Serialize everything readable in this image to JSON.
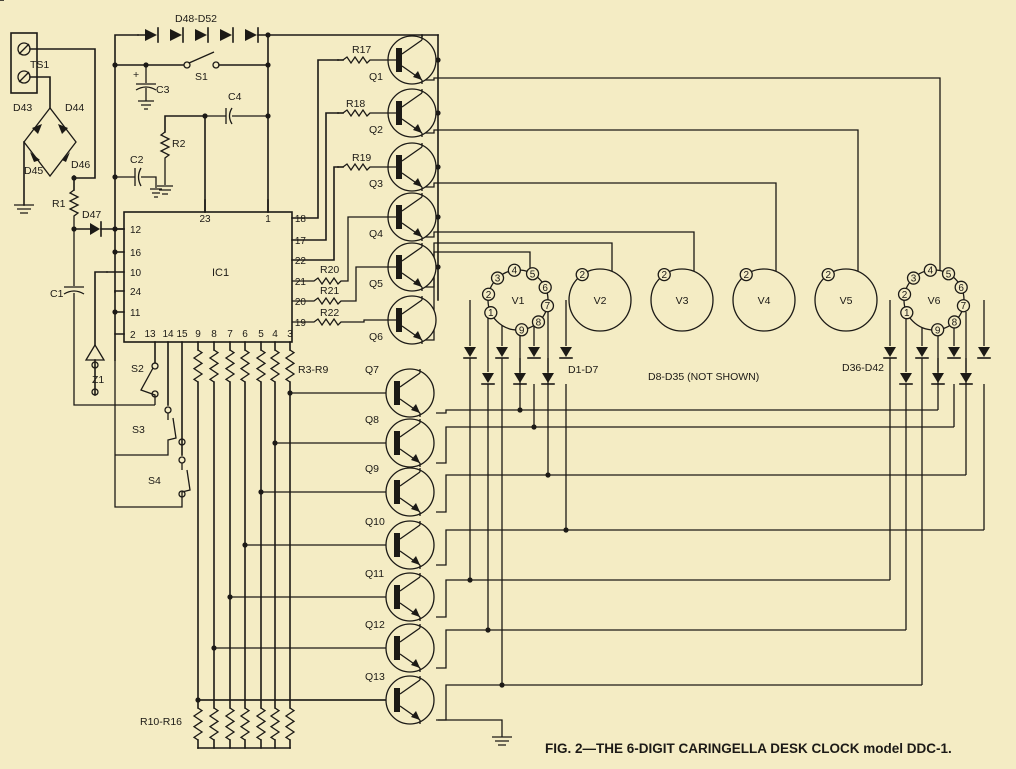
{
  "caption": "FIG. 2—THE 6-DIGIT CARINGELLA DESK CLOCK model DDC-1.",
  "labels": {
    "ts1": "TS1",
    "d43": "D43",
    "d44": "D44",
    "d45": "D45",
    "d46": "D46",
    "d47": "D47",
    "d48_d52": "D48-D52",
    "s1": "S1",
    "c3": "C3",
    "c4": "C4",
    "r2": "R2",
    "c2": "C2",
    "r1": "R1",
    "c1": "C1",
    "z1": "Z1",
    "s2": "S2",
    "s3": "S3",
    "s4": "S4",
    "ic1": "IC1",
    "r3_r9": "R3-R9",
    "r10_r16": "R10-R16",
    "r17": "R17",
    "r18": "R18",
    "r19": "R19",
    "r20": "R20",
    "r21": "R21",
    "r22": "R22",
    "d1_d7": "D1-D7",
    "d8_d35": "D8-D35 (NOT SHOWN)",
    "d36_d42": "D36-D42",
    "plus": "+"
  },
  "ic_pins": {
    "left": [
      "12",
      "16",
      "10",
      "24",
      "11",
      "2"
    ],
    "top": [
      "23",
      "1"
    ],
    "right": [
      "18",
      "17",
      "22",
      "21",
      "20",
      "19"
    ],
    "bottom": [
      "13",
      "14",
      "15",
      "9",
      "8",
      "7",
      "6",
      "5",
      "4",
      "3"
    ]
  },
  "transistors": [
    "Q1",
    "Q2",
    "Q3",
    "Q4",
    "Q5",
    "Q6",
    "Q7",
    "Q8",
    "Q9",
    "Q10",
    "Q11",
    "Q12",
    "Q13"
  ],
  "tubes": [
    "V1",
    "V2",
    "V3",
    "V4",
    "V5",
    "V6"
  ],
  "tube_pins": [
    "1",
    "2",
    "3",
    "4",
    "5",
    "6",
    "7",
    "8",
    "9"
  ]
}
